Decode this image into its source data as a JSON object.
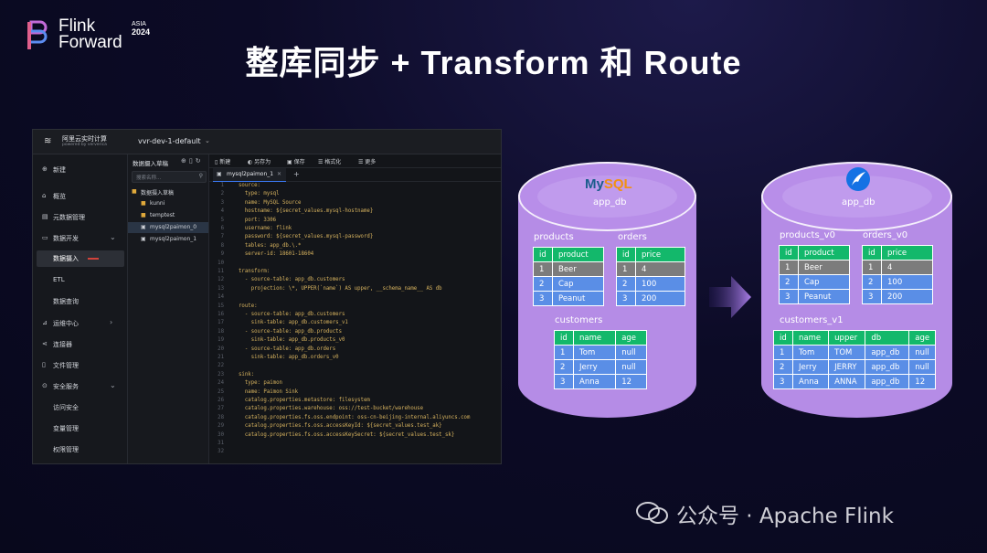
{
  "logo": {
    "line1": "Flink",
    "line2": "Forward",
    "asia": "ASIA",
    "year": "2024"
  },
  "slide_title": "整库同步 + Transform 和 Route",
  "console": {
    "brand_name": "阿里云实时计算",
    "brand_sub": "powered by ververica",
    "workspace": "vvr-dev-1-default",
    "nav": [
      {
        "label": "新建",
        "icon": "plus-circle-icon"
      },
      {
        "label": "概览",
        "icon": "home-icon"
      },
      {
        "label": "元数据管理",
        "icon": "metadata-icon"
      },
      {
        "label": "数据开发",
        "icon": "dev-icon",
        "expandable": true
      },
      {
        "label": "数据摄入",
        "active": true
      },
      {
        "label": "ETL"
      },
      {
        "label": "数据查询"
      },
      {
        "label": "运维中心",
        "icon": "ops-icon",
        "expandable": true
      },
      {
        "label": "连接器",
        "icon": "connector-icon"
      },
      {
        "label": "文件管理",
        "icon": "file-icon"
      },
      {
        "label": "安全服务",
        "icon": "security-icon",
        "expandable": true
      },
      {
        "label": "访问安全"
      },
      {
        "label": "变量管理"
      },
      {
        "label": "权限管理"
      }
    ],
    "job_panel": {
      "title": "数据摄入草稿",
      "search_placeholder": "搜索名称...",
      "tree": [
        {
          "label": "数据摄入草稿",
          "type": "folder",
          "indent": 0
        },
        {
          "label": "kunni",
          "type": "folder",
          "indent": 1
        },
        {
          "label": "temptest",
          "type": "folder",
          "indent": 1
        },
        {
          "label": "mysql2paimon_0",
          "type": "file",
          "indent": 1,
          "selected": true
        },
        {
          "label": "mysql2paimon_1",
          "type": "file",
          "indent": 1
        }
      ]
    },
    "toolbar": [
      "新建",
      "另存为",
      "保存",
      "格式化",
      "更多"
    ],
    "tab": "mysql2paimon_1",
    "code_lines": [
      "source:",
      "  type: mysql",
      "  name: MySQL Source",
      "  hostname: ${secret_values.mysql-hostname}",
      "  port: 3306",
      "  username: flink",
      "  password: ${secret_values.mysql-password}",
      "  tables: app_db.\\.*",
      "  server-id: 18601-18604",
      "",
      "transform:",
      "  - source-table: app_db.customers",
      "    projection: \\*, UPPER(`name`) AS upper, __schema_name__ AS db",
      "",
      "route:",
      "  - source-table: app_db.customers",
      "    sink-table: app_db.customers_v1",
      "  - source-table: app_db.products",
      "    sink-table: app_db.products_v0",
      "  - source-table: app_db.orders",
      "    sink-table: app_db.orders_v0",
      "",
      "sink:",
      "  type: paimon",
      "  name: Paimon Sink",
      "  catalog.properties.metastore: filesystem",
      "  catalog.properties.warehouse: oss://test-bucket/warehouse",
      "  catalog.properties.fs.oss.endpoint: oss-cn-beijing-internal.aliyuncs.com",
      "  catalog.properties.fs.oss.accessKeyId: ${secret_values.test_ak}",
      "  catalog.properties.fs.oss.accessKeySecret: ${secret_values.test_sk}",
      "",
      ""
    ]
  },
  "source_db": {
    "logo": "MySQL",
    "name": "app_db",
    "products": {
      "label": "products",
      "headers": [
        "id",
        "product"
      ],
      "rows": [
        [
          "1",
          "Beer"
        ],
        [
          "2",
          "Cap"
        ],
        [
          "3",
          "Peanut"
        ]
      ]
    },
    "orders": {
      "label": "orders",
      "headers": [
        "id",
        "price"
      ],
      "rows": [
        [
          "1",
          "4"
        ],
        [
          "2",
          "100"
        ],
        [
          "3",
          "200"
        ]
      ]
    },
    "customers": {
      "label": "customers",
      "headers": [
        "id",
        "name",
        "age"
      ],
      "rows": [
        [
          "1",
          "Tom",
          "null"
        ],
        [
          "2",
          "Jerry",
          "null"
        ],
        [
          "3",
          "Anna",
          "12"
        ]
      ]
    }
  },
  "target_db": {
    "name": "app_db",
    "products": {
      "label": "products_v0",
      "headers": [
        "id",
        "product"
      ],
      "rows": [
        [
          "1",
          "Beer"
        ],
        [
          "2",
          "Cap"
        ],
        [
          "3",
          "Peanut"
        ]
      ]
    },
    "orders": {
      "label": "orders_v0",
      "headers": [
        "id",
        "price"
      ],
      "rows": [
        [
          "1",
          "4"
        ],
        [
          "2",
          "100"
        ],
        [
          "3",
          "200"
        ]
      ]
    },
    "customers": {
      "label": "customers_v1",
      "headers": [
        "id",
        "name",
        "upper",
        "db",
        "age"
      ],
      "rows": [
        [
          "1",
          "Tom",
          "TOM",
          "app_db",
          "null"
        ],
        [
          "2",
          "Jerry",
          "JERRY",
          "app_db",
          "null"
        ],
        [
          "3",
          "Anna",
          "ANNA",
          "app_db",
          "12"
        ]
      ]
    }
  },
  "watermark": "公众号 · Apache Flink"
}
